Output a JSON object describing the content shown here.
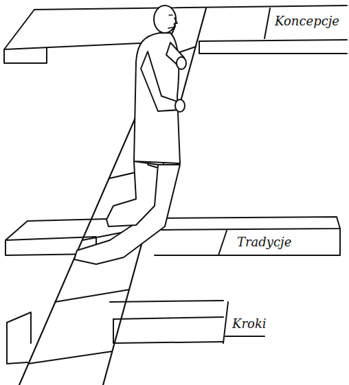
{
  "diagram": {
    "labels": [
      "Koncepcje",
      "Tradycje",
      "Kroki"
    ]
  }
}
